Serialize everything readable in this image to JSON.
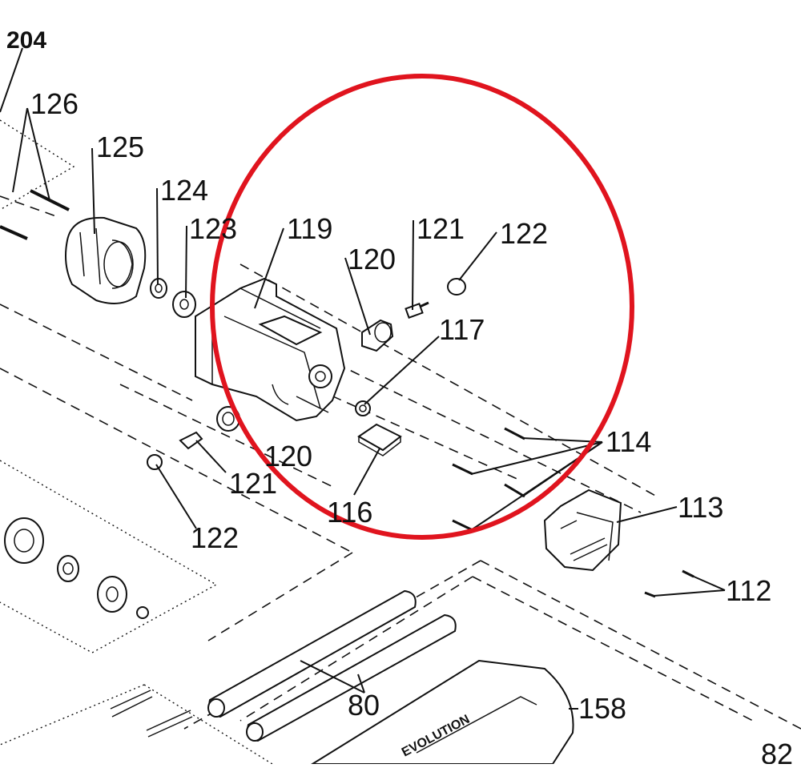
{
  "diagram": {
    "callouts": {
      "c204": "204",
      "c126": "126",
      "c125": "125",
      "c124": "124",
      "c123": "123",
      "c119": "119",
      "c121_top": "121",
      "c122_top": "122",
      "c120_top": "120",
      "c117": "117",
      "c114": "114",
      "c113": "113",
      "c112": "112",
      "c120_bottom": "120",
      "c121_bottom": "121",
      "c122_bottom": "122",
      "c116": "116",
      "c80": "80",
      "c158": "158",
      "c82": "82",
      "brand_text": "EVOLUTION"
    },
    "highlight_color": "#e0141e"
  }
}
